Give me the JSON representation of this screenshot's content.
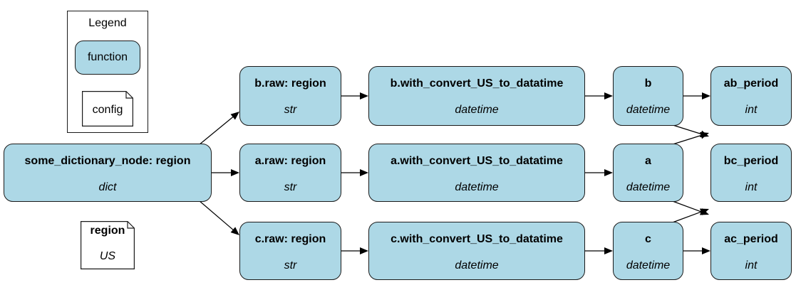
{
  "legend": {
    "title": "Legend",
    "function_label": "function",
    "config_label": "config"
  },
  "colors": {
    "node_fill": "#add8e6",
    "stroke": "#1a1a1a"
  },
  "nodes": {
    "some_dictionary_node": {
      "title": "some_dictionary_node: region",
      "type": "dict"
    },
    "b_raw": {
      "title": "b.raw: region",
      "type": "str"
    },
    "a_raw": {
      "title": "a.raw: region",
      "type": "str"
    },
    "c_raw": {
      "title": "c.raw: region",
      "type": "str"
    },
    "b_convert": {
      "title": "b.with_convert_US_to_datatime",
      "type": "datetime"
    },
    "a_convert": {
      "title": "a.with_convert_US_to_datatime",
      "type": "datetime"
    },
    "c_convert": {
      "title": "c.with_convert_US_to_datatime",
      "type": "datetime"
    },
    "b": {
      "title": "b",
      "type": "datetime"
    },
    "a": {
      "title": "a",
      "type": "datetime"
    },
    "c": {
      "title": "c",
      "type": "datetime"
    },
    "ab_period": {
      "title": "ab_period",
      "type": "int"
    },
    "bc_period": {
      "title": "bc_period",
      "type": "int"
    },
    "ac_period": {
      "title": "ac_period",
      "type": "int"
    }
  },
  "config_node": {
    "title": "region",
    "value": "US"
  },
  "edges": [
    [
      "some_dictionary_node",
      "b_raw"
    ],
    [
      "some_dictionary_node",
      "a_raw"
    ],
    [
      "some_dictionary_node",
      "c_raw"
    ],
    [
      "b_raw",
      "b_convert"
    ],
    [
      "a_raw",
      "a_convert"
    ],
    [
      "c_raw",
      "c_convert"
    ],
    [
      "b_convert",
      "b"
    ],
    [
      "a_convert",
      "a"
    ],
    [
      "c_convert",
      "c"
    ],
    [
      "b",
      "ab_period"
    ],
    [
      "a",
      "ab_period"
    ],
    [
      "b",
      "bc_period"
    ],
    [
      "c",
      "bc_period"
    ],
    [
      "a",
      "ac_period"
    ],
    [
      "c",
      "ac_period"
    ]
  ]
}
